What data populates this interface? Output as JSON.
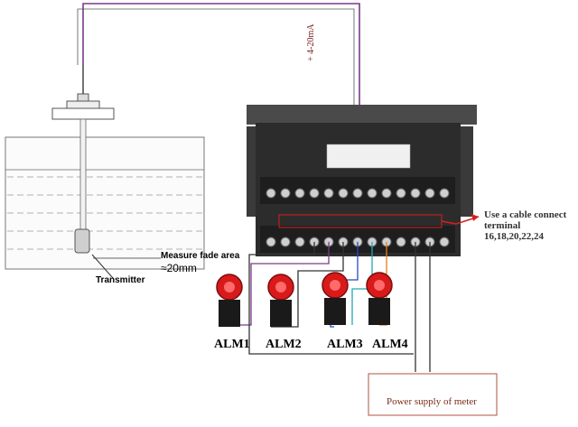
{
  "labels": {
    "current_signal": "+ 4-20mA",
    "measure_fade_area": "Measure fade area",
    "fade_distance": "≈20mm",
    "transmitter": "Transmitter",
    "cable_note_line1": "Use a cable connect",
    "cable_note_line2": "terminal",
    "cable_note_line3": "16,18,20,22,24",
    "power_supply": "Power supply of meter"
  },
  "alarms": [
    {
      "label": "ALM1"
    },
    {
      "label": "ALM2"
    },
    {
      "label": "ALM3"
    },
    {
      "label": "ALM4"
    }
  ],
  "colors": {
    "wire_purple": "#7a3a8a",
    "wire_blue": "#2a48c8",
    "wire_cyan": "#22a8b8",
    "wire_orange": "#e08020",
    "wire_dark": "#333333",
    "annotation_red": "#d42020",
    "power_box_border": "#b05040",
    "lamp_red": "#d81a1a",
    "meter_body": "#2c2c2c"
  }
}
